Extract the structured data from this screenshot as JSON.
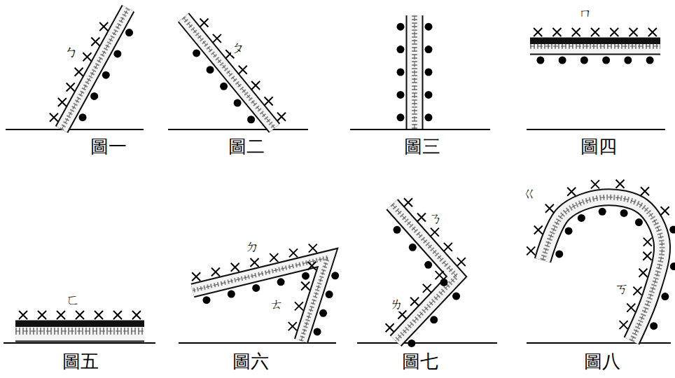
{
  "diagram": {
    "labels": [
      "ㄅ",
      "圖一",
      "ㄆ",
      "圖二",
      "圖三",
      "ㄇ",
      "圖四",
      "ㄈ",
      "圖五",
      "ㄉ",
      "ㄊ",
      "圖六",
      "ㄋ",
      "ㄌ",
      "圖七",
      "ㄍ",
      "ㄎ",
      "圖八"
    ]
  }
}
